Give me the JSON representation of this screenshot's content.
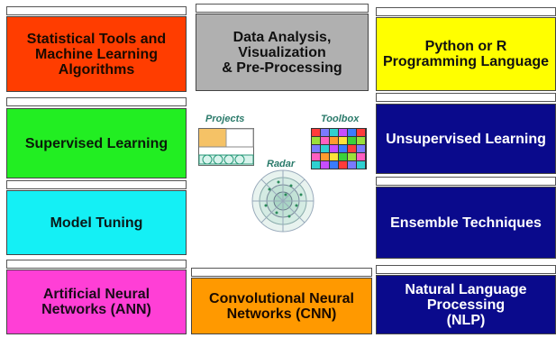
{
  "tiles": [
    {
      "id": "statistical",
      "label": "Statistical Tools and\nMachine Learning\nAlgorithms",
      "bg": "#ff3d00",
      "fg": "#1a0a00"
    },
    {
      "id": "data-analysis",
      "label": "Data Analysis,\nVisualization\n& Pre-Processing",
      "bg": "#b0b0b0",
      "fg": "#111111"
    },
    {
      "id": "python",
      "label": "Python or R\nProgramming Language",
      "bg": "#ffff00",
      "fg": "#111111"
    },
    {
      "id": "supervised",
      "label": "Supervised Learning",
      "bg": "#22ee22",
      "fg": "#0a1a0a"
    },
    {
      "id": "unsupervised",
      "label": "Unsupervised Learning",
      "bg": "#0a0a8c",
      "fg": "#ffffff"
    },
    {
      "id": "model-tuning",
      "label": "Model Tuning",
      "bg": "#14f0f5",
      "fg": "#0a1a1a"
    },
    {
      "id": "ensemble",
      "label": "Ensemble Techniques",
      "bg": "#0a0a8c",
      "fg": "#ffffff"
    },
    {
      "id": "ann",
      "label": "Artificial Neural\nNetworks (ANN)",
      "bg": "#ff3fd6",
      "fg": "#1a0a1a"
    },
    {
      "id": "cnn",
      "label": "Convolutional Neural\nNetworks (CNN)",
      "bg": "#ff9900",
      "fg": "#1a0a00"
    },
    {
      "id": "nlp",
      "label": "Natural Language\nProcessing\n(NLP)",
      "bg": "#0a0a8c",
      "fg": "#ffffff"
    }
  ],
  "center": {
    "projects": "Projects",
    "toolbox": "Toolbox",
    "radar": "Radar"
  },
  "colors": {
    "center_label": "#2a7a6a"
  }
}
